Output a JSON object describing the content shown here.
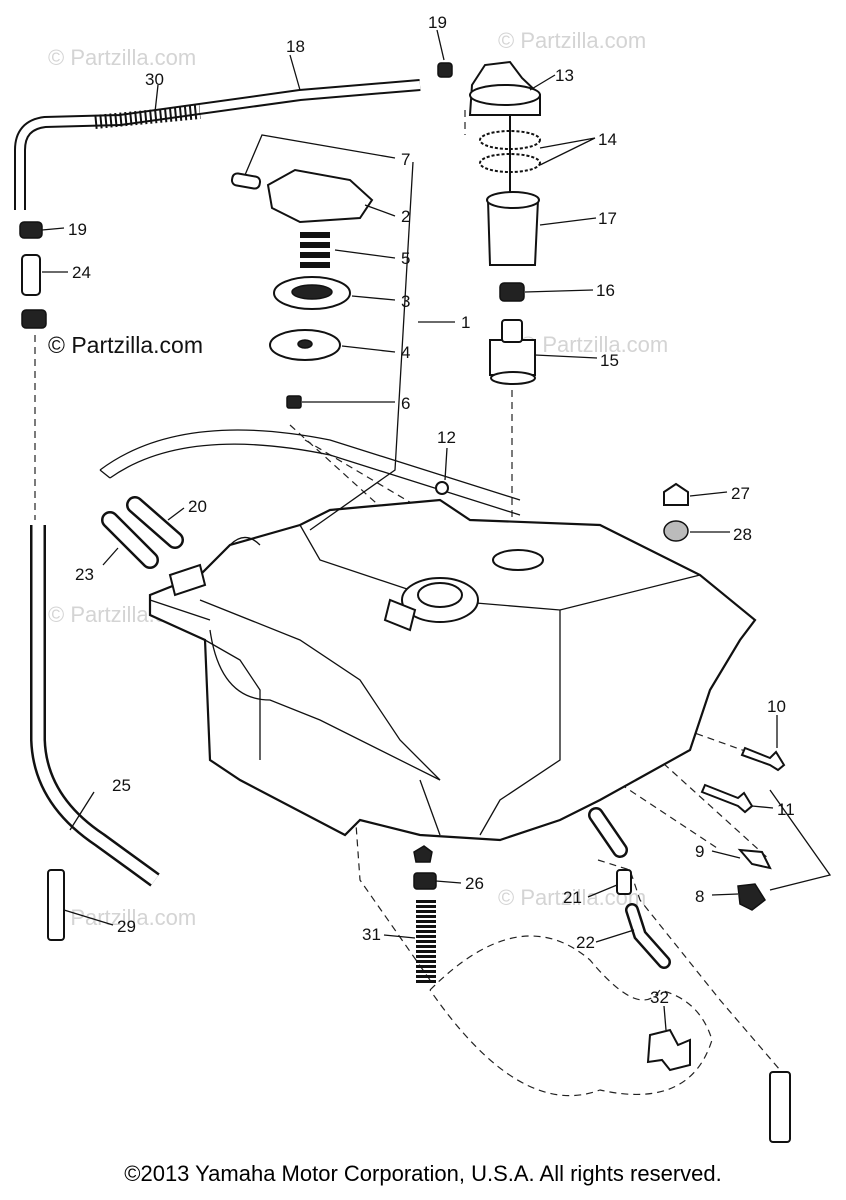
{
  "diagram": {
    "watermark_text": "© Partzilla.com",
    "copyright": "©2013 Yamaha Motor Corporation, U.S.A. All rights reserved.",
    "callouts": [
      {
        "id": "c1",
        "text": "1"
      },
      {
        "id": "c2",
        "text": "2"
      },
      {
        "id": "c3",
        "text": "3"
      },
      {
        "id": "c4",
        "text": "4"
      },
      {
        "id": "c5",
        "text": "5"
      },
      {
        "id": "c6",
        "text": "6"
      },
      {
        "id": "c7",
        "text": "7"
      },
      {
        "id": "c8",
        "text": "8"
      },
      {
        "id": "c9",
        "text": "9"
      },
      {
        "id": "c10",
        "text": "10"
      },
      {
        "id": "c11",
        "text": "11"
      },
      {
        "id": "c12",
        "text": "12"
      },
      {
        "id": "c13",
        "text": "13"
      },
      {
        "id": "c14",
        "text": "14"
      },
      {
        "id": "c15",
        "text": "15"
      },
      {
        "id": "c16",
        "text": "16"
      },
      {
        "id": "c17",
        "text": "17"
      },
      {
        "id": "c18",
        "text": "18"
      },
      {
        "id": "c19a",
        "text": "19"
      },
      {
        "id": "c19b",
        "text": "19"
      },
      {
        "id": "c20",
        "text": "20"
      },
      {
        "id": "c21",
        "text": "21"
      },
      {
        "id": "c22",
        "text": "22"
      },
      {
        "id": "c23",
        "text": "23"
      },
      {
        "id": "c24",
        "text": "24"
      },
      {
        "id": "c25",
        "text": "25"
      },
      {
        "id": "c26",
        "text": "26"
      },
      {
        "id": "c27",
        "text": "27"
      },
      {
        "id": "c28",
        "text": "28"
      },
      {
        "id": "c29",
        "text": "29"
      },
      {
        "id": "c30",
        "text": "30"
      },
      {
        "id": "c31",
        "text": "31"
      },
      {
        "id": "c32",
        "text": "32"
      }
    ]
  }
}
